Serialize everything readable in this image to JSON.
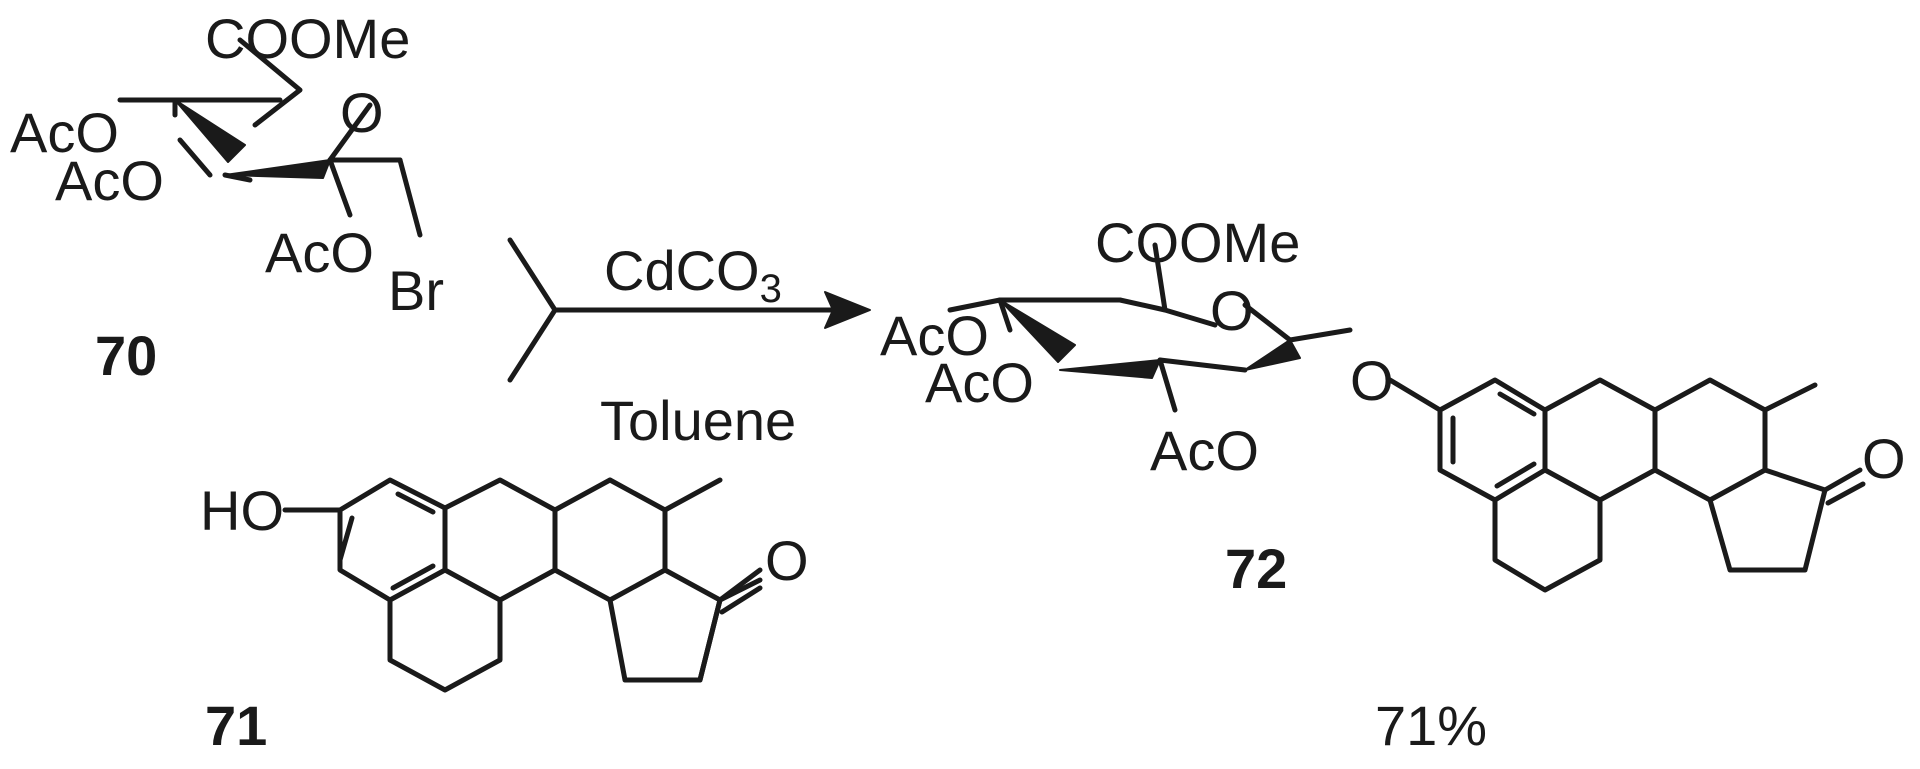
{
  "colors": {
    "ink": "#1a1a1a",
    "background": "#ffffff"
  },
  "reactant_sugar": {
    "compound_number": "70",
    "ester_label": "COOMe",
    "ring_oxygen": "O",
    "acetoxy_4": "AcO",
    "acetoxy_3": "AcO",
    "acetoxy_2": "AcO",
    "leaving_group": "Br"
  },
  "reactant_steroid": {
    "compound_number": "71",
    "hydroxyl": "HO",
    "ketone_oxygen": "O"
  },
  "conditions": {
    "reagent_prefix": "CdCO",
    "reagent_subscript": "3",
    "solvent": "Toluene"
  },
  "product": {
    "compound_number": "72",
    "ester_label": "COOMe",
    "ring_oxygen": "O",
    "acetoxy_4": "AcO",
    "acetoxy_3": "AcO",
    "acetoxy_2": "AcO",
    "glycosidic_oxygen": "O",
    "ketone_oxygen": "O",
    "yield": "71%"
  }
}
